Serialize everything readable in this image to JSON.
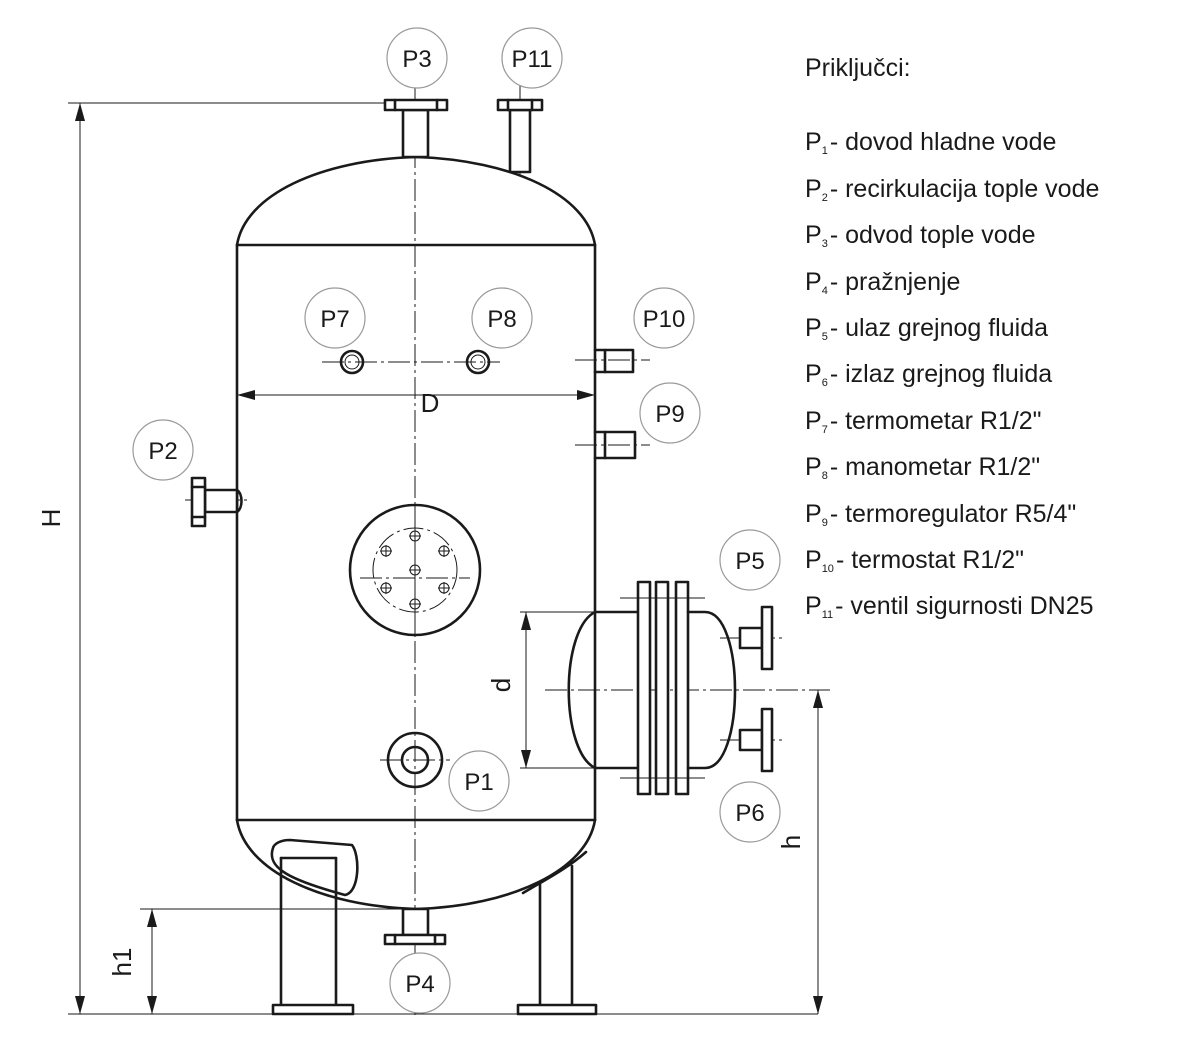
{
  "legend": {
    "title": "Priključci:",
    "items": [
      {
        "sym": "P",
        "sub": "1",
        "text": "- dovod hladne vode"
      },
      {
        "sym": "P",
        "sub": "2",
        "text": "- recirkulacija tople vode"
      },
      {
        "sym": "P",
        "sub": "3",
        "text": "- odvod tople vode"
      },
      {
        "sym": "P",
        "sub": "4",
        "text": "- pražnjenje"
      },
      {
        "sym": "P",
        "sub": "5",
        "text": "- ulaz grejnog fluida"
      },
      {
        "sym": "P",
        "sub": "6",
        "text": "- izlaz grejnog fluida"
      },
      {
        "sym": "P",
        "sub": "7",
        "text": "- termometar R1/2\""
      },
      {
        "sym": "P",
        "sub": "8",
        "text": "- manometar R1/2\""
      },
      {
        "sym": "P",
        "sub": "9",
        "text": "- termoregulator R5/4\""
      },
      {
        "sym": "P",
        "sub": "10",
        "text": "- termostat R1/2\""
      },
      {
        "sym": "P",
        "sub": "11",
        "text": "- ventil sigurnosti DN25"
      }
    ]
  },
  "bubbles": {
    "p1": "P1",
    "p2": "P2",
    "p3": "P3",
    "p4": "P4",
    "p5": "P5",
    "p6": "P6",
    "p7": "P7",
    "p8": "P8",
    "p9": "P9",
    "p10": "P10",
    "p11": "P11"
  },
  "dimensions": {
    "H": "H",
    "D": "D",
    "d": "d",
    "h": "h",
    "h1": "h1"
  }
}
